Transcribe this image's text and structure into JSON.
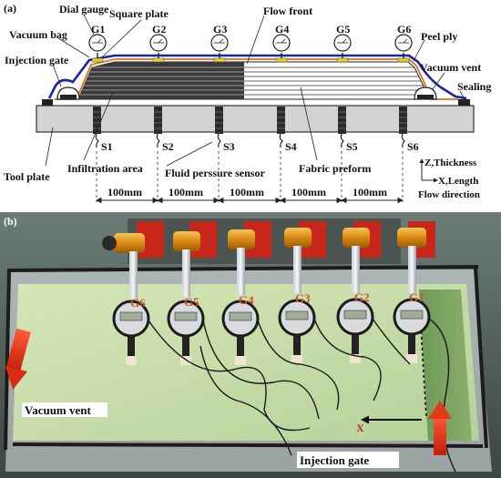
{
  "panel_a": {
    "tag": "(a)",
    "labels": {
      "dial_gauge": "Dial gauge",
      "square_plate": "Square plate",
      "flow_front": "Flow front",
      "vacuum_bag": "Vacuum bag",
      "peel_ply": "Peel ply",
      "injection_gate": "Injection gate",
      "vacuum_vent": "Vacuum vent",
      "sealing": "Sealing",
      "tool_plate": "Tool plate",
      "infiltration_area": "Infiltration area",
      "fluid_sensor": "Fluid perssure sensor",
      "fabric_preform": "Fabric preform"
    },
    "gauges": [
      "G1",
      "G2",
      "G3",
      "G4",
      "G5",
      "G6"
    ],
    "sensors": [
      "S1",
      "S2",
      "S3",
      "S4",
      "S5",
      "S6"
    ],
    "spacings": [
      "100mm",
      "100mm",
      "100mm",
      "100mm",
      "100mm"
    ],
    "axes": {
      "z": "Z,Thickness",
      "x": "X,Length",
      "flow": "Flow direction"
    }
  },
  "panel_b": {
    "tag": "(b)",
    "gauge_labels": [
      "G6",
      "G5",
      "G4",
      "G3",
      "G2",
      "G1"
    ],
    "vacuum_vent": "Vacuum vent",
    "injection_gate": "Injection gate",
    "x_label": "X"
  }
}
